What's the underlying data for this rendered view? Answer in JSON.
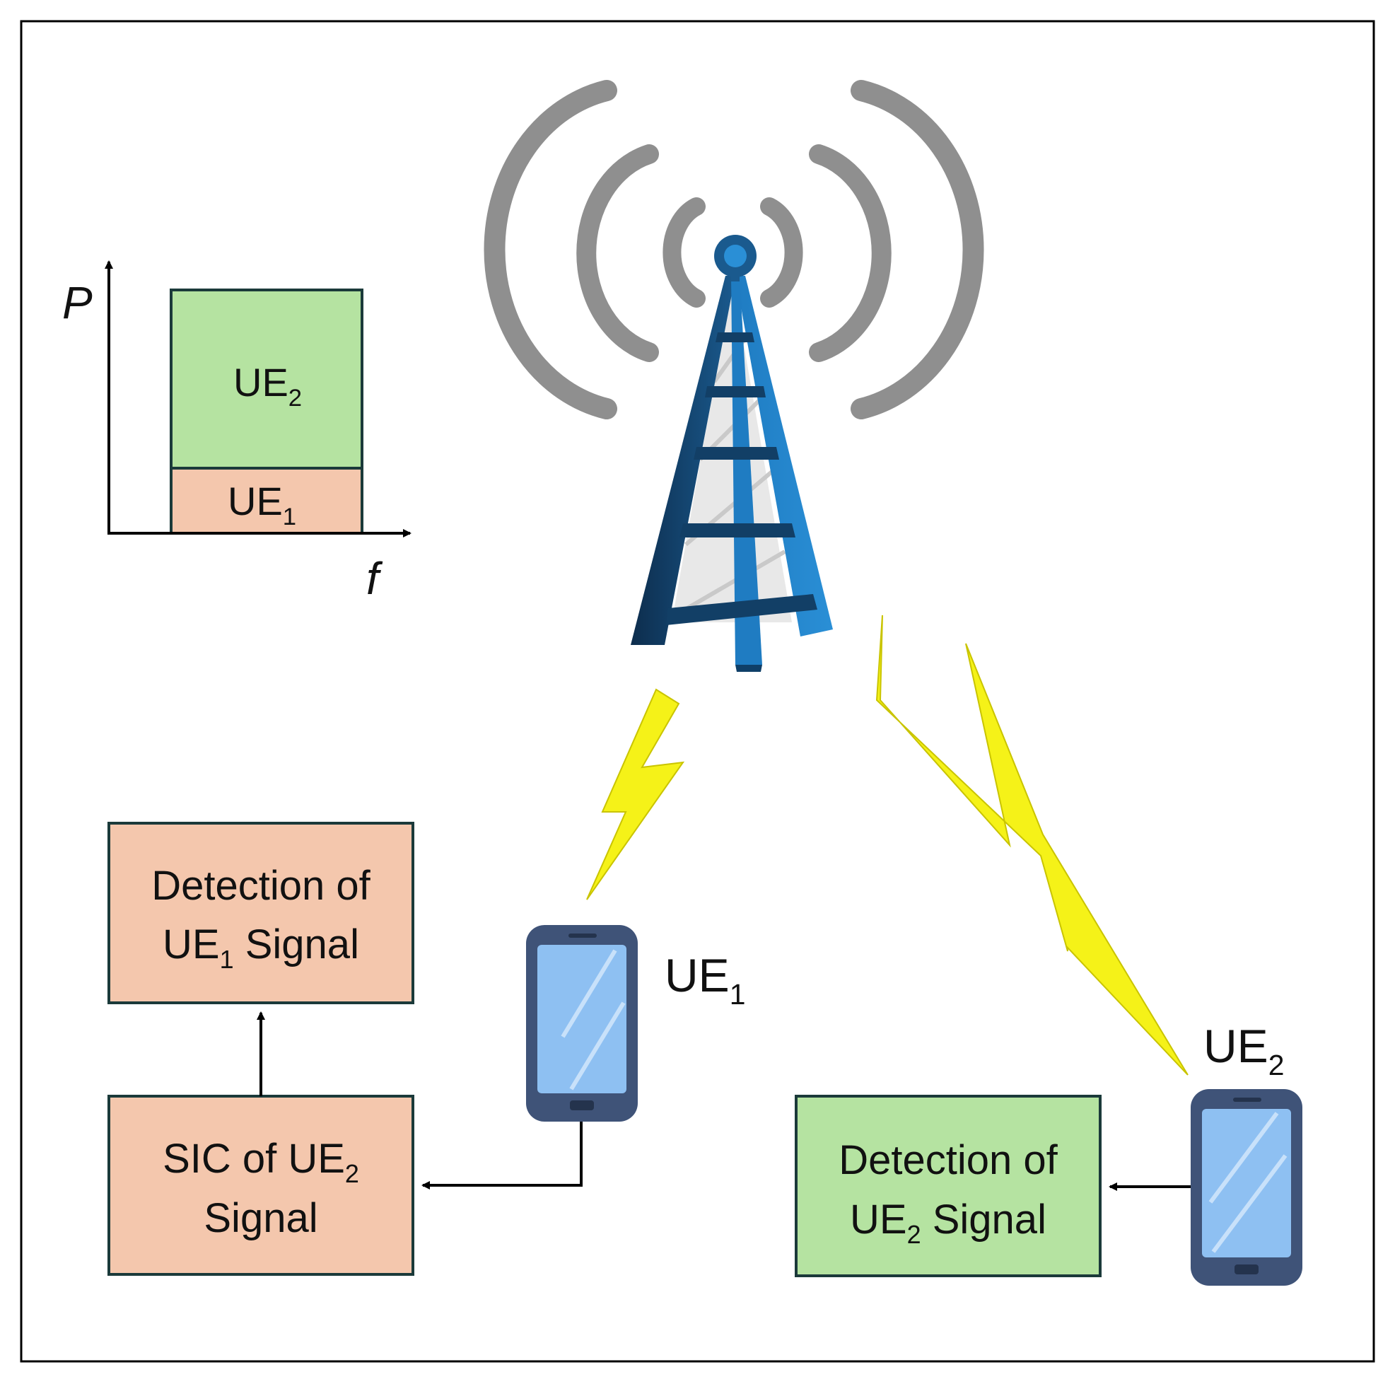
{
  "power_chart": {
    "y_axis": "P",
    "x_axis": "f",
    "upper_block": {
      "text": "UE",
      "sub": "2",
      "color": "#b5e3a1"
    },
    "lower_block": {
      "text": "UE",
      "sub": "1",
      "color": "#f4c7ad"
    }
  },
  "tower": {
    "icon": "cell-tower-icon",
    "color": "#1a6fb0"
  },
  "links": {
    "color": "#f5f218"
  },
  "ue1": {
    "label": "UE",
    "sub": "1",
    "icon": "smartphone-icon",
    "boxes": {
      "sic": {
        "line1_pre": "SIC of UE",
        "line1_sub": "2",
        "line2": "Signal",
        "color": "#f4c7ad"
      },
      "detection": {
        "line1": "Detection of",
        "line2_pre": "UE",
        "line2_sub": "1",
        "line2_post": " Signal",
        "color": "#f4c7ad"
      }
    }
  },
  "ue2": {
    "label": "UE",
    "sub": "2",
    "icon": "smartphone-icon",
    "boxes": {
      "detection": {
        "line1": "Detection of",
        "line2_pre": "UE",
        "line2_sub": "2",
        "line2_post": " Signal",
        "color": "#b5e3a1"
      }
    }
  }
}
